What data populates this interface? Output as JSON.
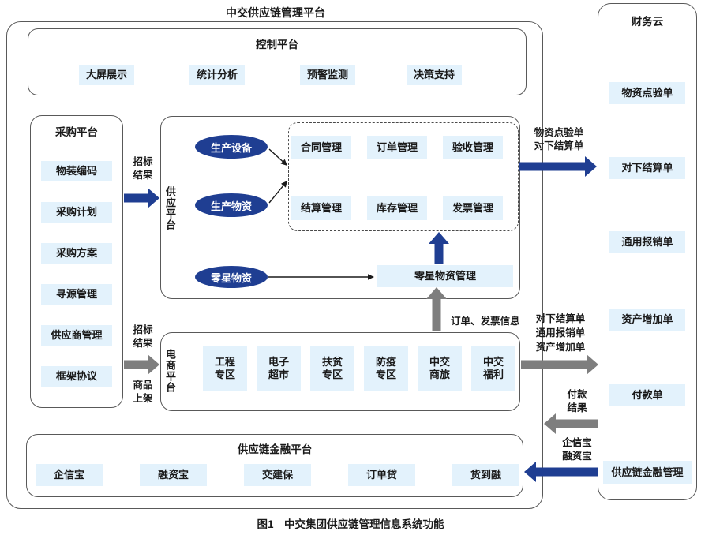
{
  "colors": {
    "navy": "#1f3e92",
    "gray": "#7e7e7e",
    "ink": "#1a1a1a",
    "light_blue": "#e3f2fc",
    "border": "#595959"
  },
  "title": "中交供应链管理平台",
  "caption": "图1　中交集团供应链管理信息系统功能",
  "control_platform": {
    "title": "控制平台",
    "items": [
      "大屏展示",
      "统计分析",
      "预警监测",
      "决策支持"
    ]
  },
  "procurement_platform": {
    "title": "采购平台",
    "items": [
      "物装编码",
      "采购计划",
      "采购方案",
      "寻源管理",
      "供应商管理",
      "框架协议"
    ]
  },
  "supply_platform": {
    "title": "供应平台",
    "ovals": [
      "生产设备",
      "生产物资",
      "零星物资"
    ],
    "modules": [
      "合同管理",
      "订单管理",
      "验收管理",
      "结算管理",
      "库存管理",
      "发票管理"
    ],
    "sporadic_box": "零星物资管理"
  },
  "ecommerce_platform": {
    "title": "电商平台",
    "items": [
      "工程\n专区",
      "电子\n超市",
      "扶贫\n专区",
      "防疫\n专区",
      "中交\n商旅",
      "中交\n福利"
    ]
  },
  "finance_platform": {
    "title": "供应链金融平台",
    "items": [
      "企信宝",
      "融资宝",
      "交建保",
      "订单贷",
      "货到融"
    ]
  },
  "finance_cloud": {
    "title": "财务云",
    "items": [
      "物资点验单",
      "对下结算单",
      "通用报销单",
      "资产增加单",
      "付款单",
      "供应链金融管理"
    ]
  },
  "arrow_labels": {
    "bid_result_top": "招标\n结果",
    "bid_result_bottom": "招标\n结果",
    "goods_listing": "商品\n上架",
    "supply_to_cloud": "物资点验单\n对下结算单",
    "order_invoice": "订单、发票信息",
    "ecom_to_cloud": "对下结算单\n通用报销单\n资产增加单",
    "payment_result": "付款\n结果",
    "finance_products": "企信宝\n融资宝"
  }
}
